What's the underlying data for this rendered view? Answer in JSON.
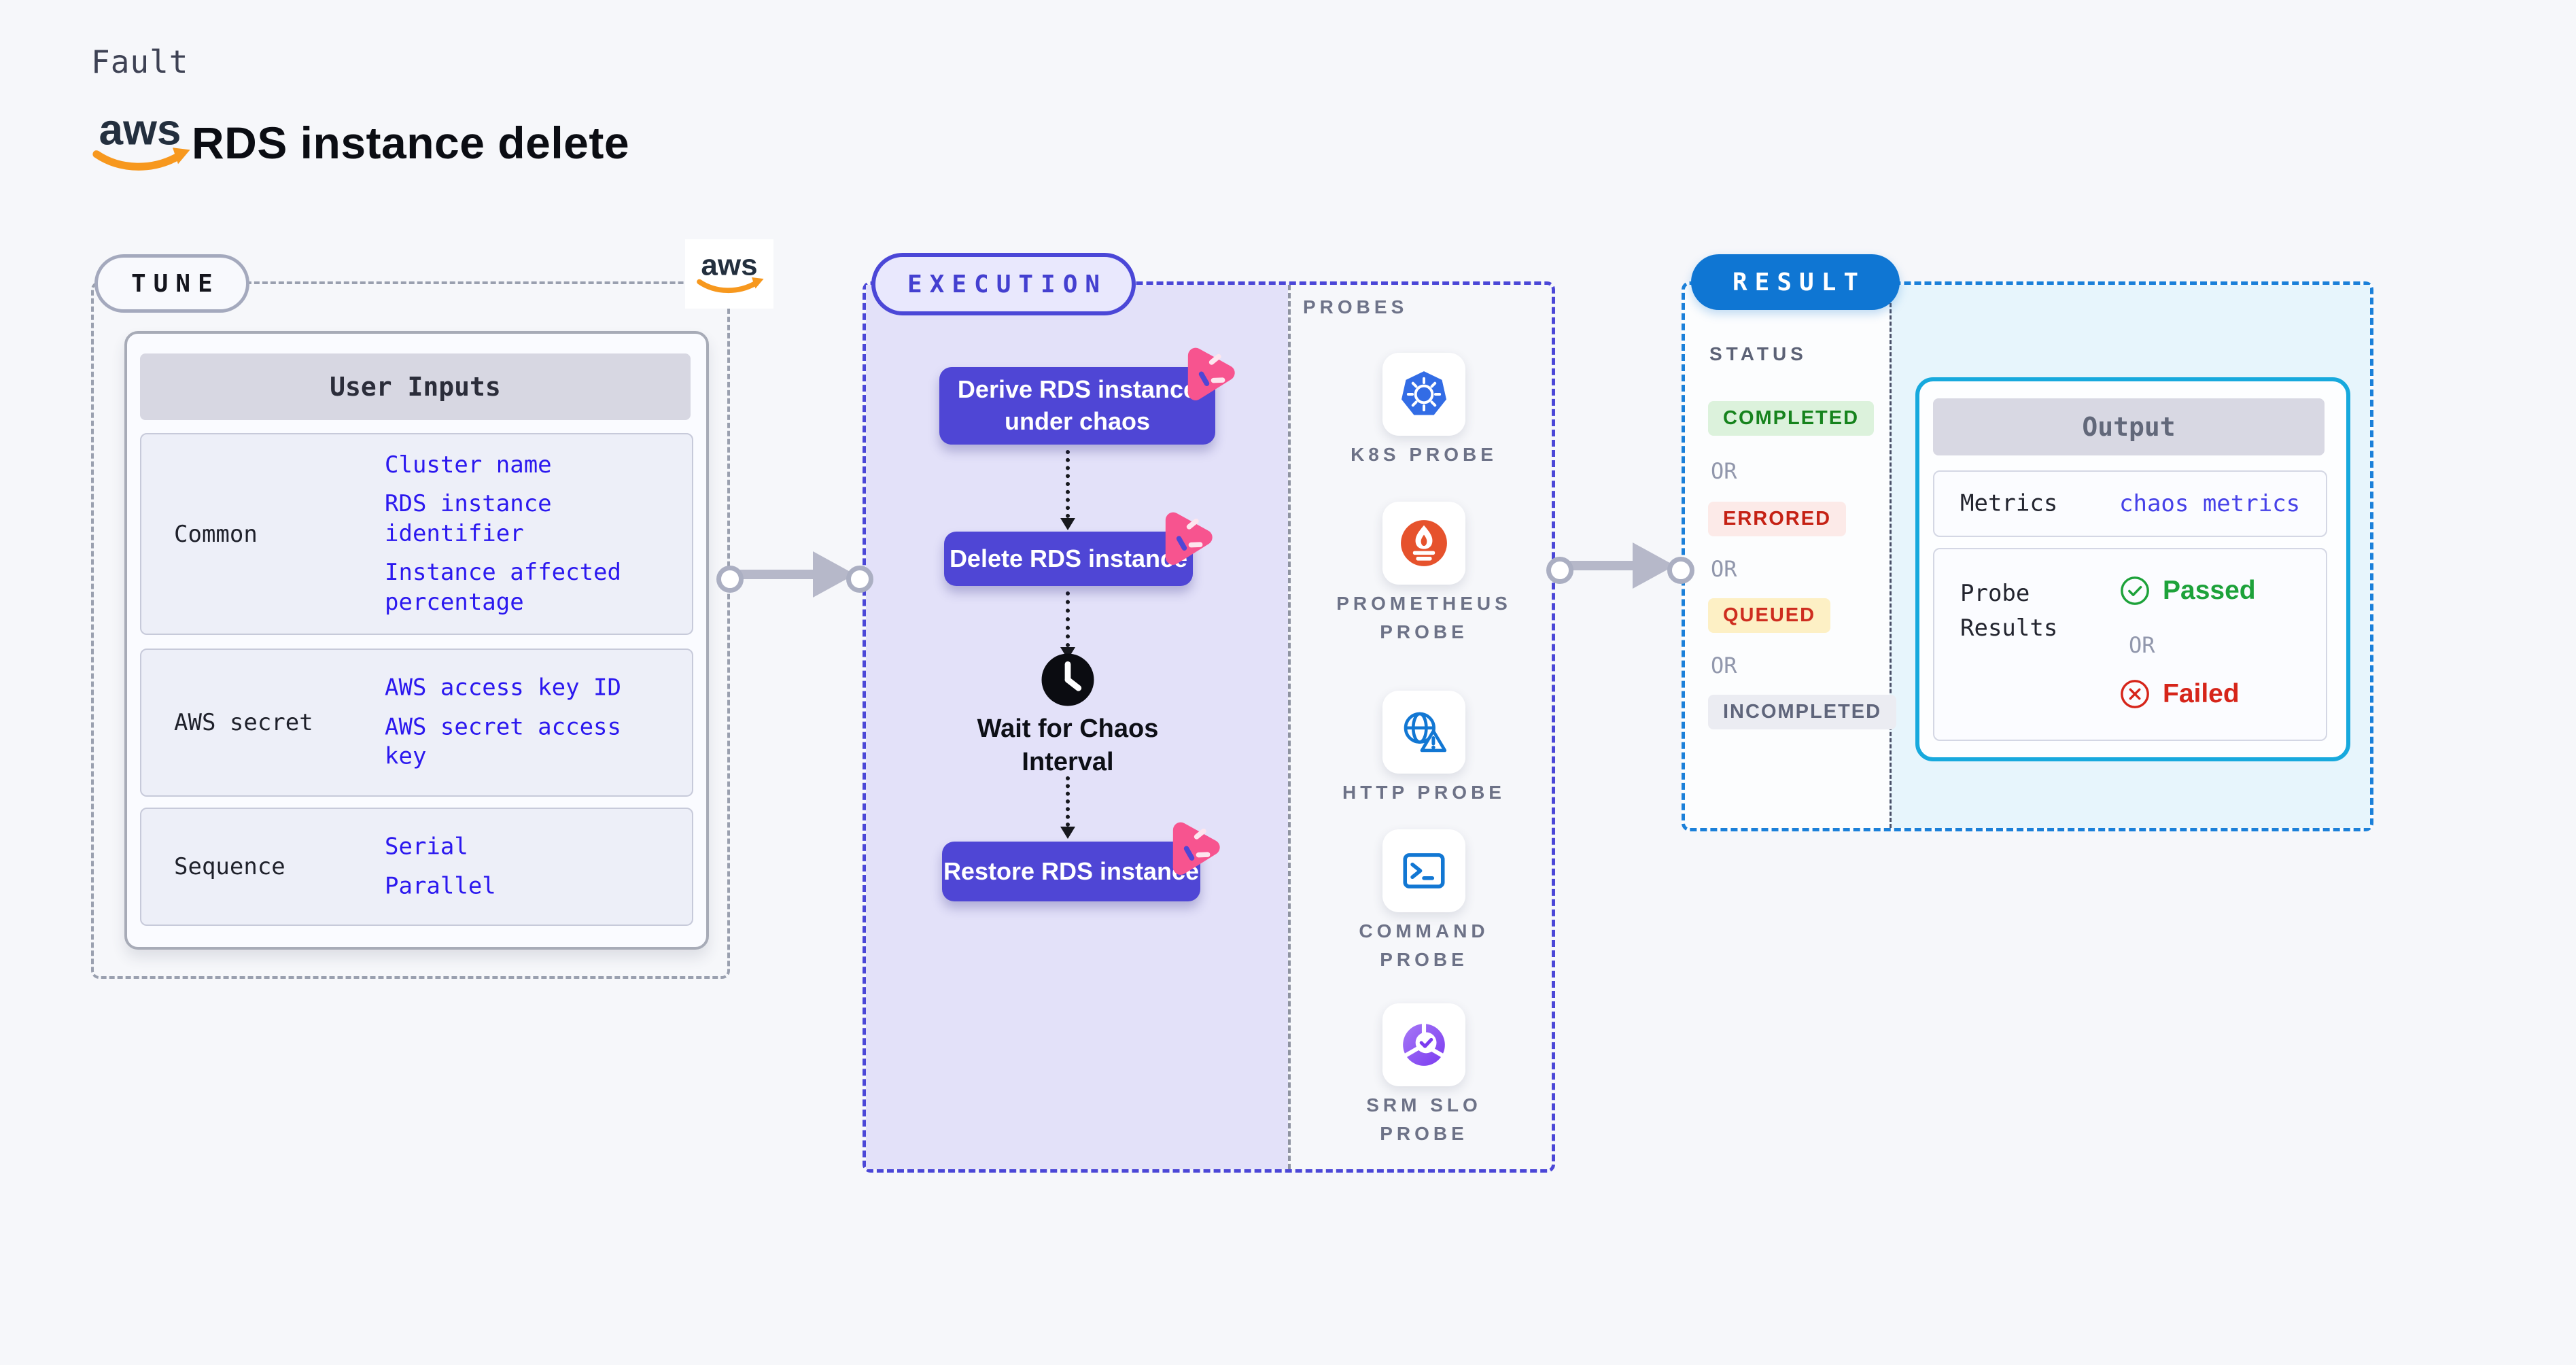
{
  "page": {
    "kicker": "Fault",
    "title": "RDS instance delete",
    "aws_logo_text": "aws"
  },
  "colors": {
    "page_bg": "#f6f7fa",
    "tune_border": "#9aa0af",
    "execution_accent": "#4b47d7",
    "execution_panel_bg": "#e3e1f9",
    "node_bg": "#4f46d5",
    "chaos_pink": "#f7548f",
    "result_border": "#1b80d9",
    "result_badge_bg": "#0f76d3",
    "result_panel_bg": "#e7f5fc",
    "output_border": "#17a9dd",
    "value_blue": "#2b18ef",
    "metrics_blue": "#4641e8",
    "passed_green": "#1da23a",
    "failed_red": "#d6251a",
    "aws_orange": "#f7981e",
    "arrow_gray": "#b6b8c9",
    "completed_green": "#16831d",
    "errored_red": "#c52114",
    "queued_red": "#ce2d1f",
    "incompleted_gray": "#5f657b"
  },
  "tune": {
    "badge": "TUNE",
    "table_header": "User Inputs",
    "rows": [
      {
        "label": "Common",
        "values": [
          "Cluster name",
          "RDS instance identifier",
          "Instance affected percentage"
        ]
      },
      {
        "label": "AWS secret",
        "values": [
          "AWS access key ID",
          "AWS secret access key"
        ]
      },
      {
        "label": "Sequence",
        "values": [
          "Serial",
          "Parallel"
        ]
      }
    ]
  },
  "execution": {
    "badge": "EXECUTION",
    "steps": [
      "Derive RDS instance under chaos",
      "Delete RDS instance",
      "Restore RDS instance"
    ],
    "wait_label": "Wait for Chaos Interval"
  },
  "probes": {
    "heading": "PROBES",
    "items": [
      {
        "label": "K8S PROBE",
        "icon": "kubernetes-icon"
      },
      {
        "label": "PROMETHEUS PROBE",
        "icon": "prometheus-icon"
      },
      {
        "label": "HTTP PROBE",
        "icon": "http-globe-warning-icon"
      },
      {
        "label": "COMMAND PROBE",
        "icon": "terminal-icon"
      },
      {
        "label": "SRM SLO PROBE",
        "icon": "slo-pie-check-icon"
      }
    ]
  },
  "result": {
    "badge": "RESULT",
    "status_heading": "STATUS",
    "or_label": "OR",
    "statuses": [
      {
        "label": "COMPLETED",
        "bg": "#dcf2dc",
        "color": "#16831d"
      },
      {
        "label": "ERRORED",
        "bg": "#fceae8",
        "color": "#c52114"
      },
      {
        "label": "QUEUED",
        "bg": "#fdf0c5",
        "color": "#ce2d1f"
      },
      {
        "label": "INCOMPLETED",
        "bg": "#ebecf2",
        "color": "#5f657b"
      }
    ],
    "output": {
      "header": "Output",
      "metrics_label": "Metrics",
      "metrics_value": "chaos metrics",
      "probe_results_label": "Probe Results",
      "passed_label": "Passed",
      "or_label": "OR",
      "failed_label": "Failed"
    }
  }
}
